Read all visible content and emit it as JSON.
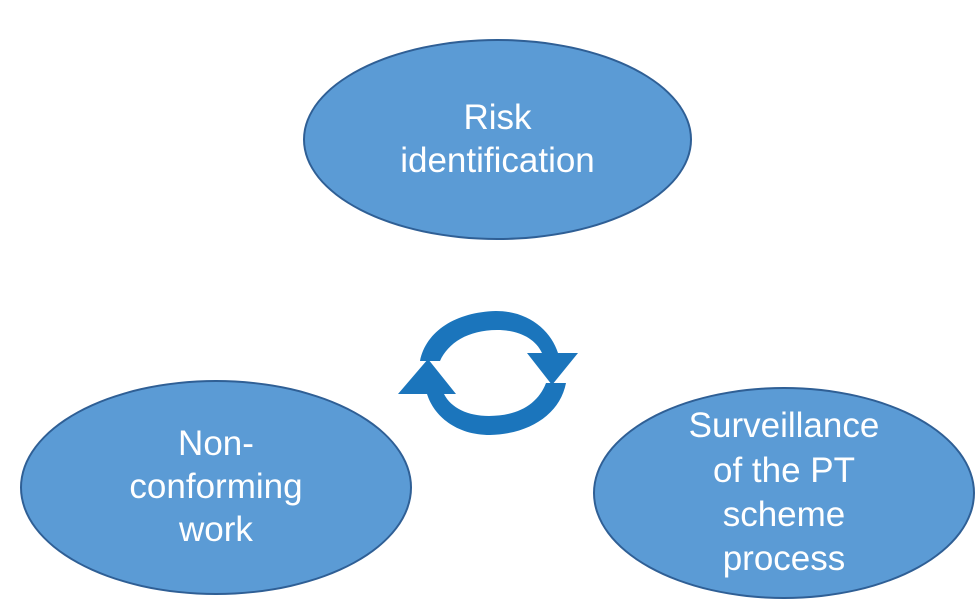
{
  "colors": {
    "node_fill": "#5b9bd5",
    "node_border": "#2f5f95",
    "node_text": "#ffffff",
    "cycle_icon": "#1b75bc",
    "background": "#ffffff"
  },
  "nodes": {
    "risk": {
      "label": "Risk\nidentification"
    },
    "nonconforming": {
      "label": "Non-\nconforming\nwork"
    },
    "surveillance": {
      "label": "Surveillance\nof the PT\nscheme\nprocess"
    }
  },
  "center_icon": {
    "icon": "cycle-arrows-icon"
  }
}
